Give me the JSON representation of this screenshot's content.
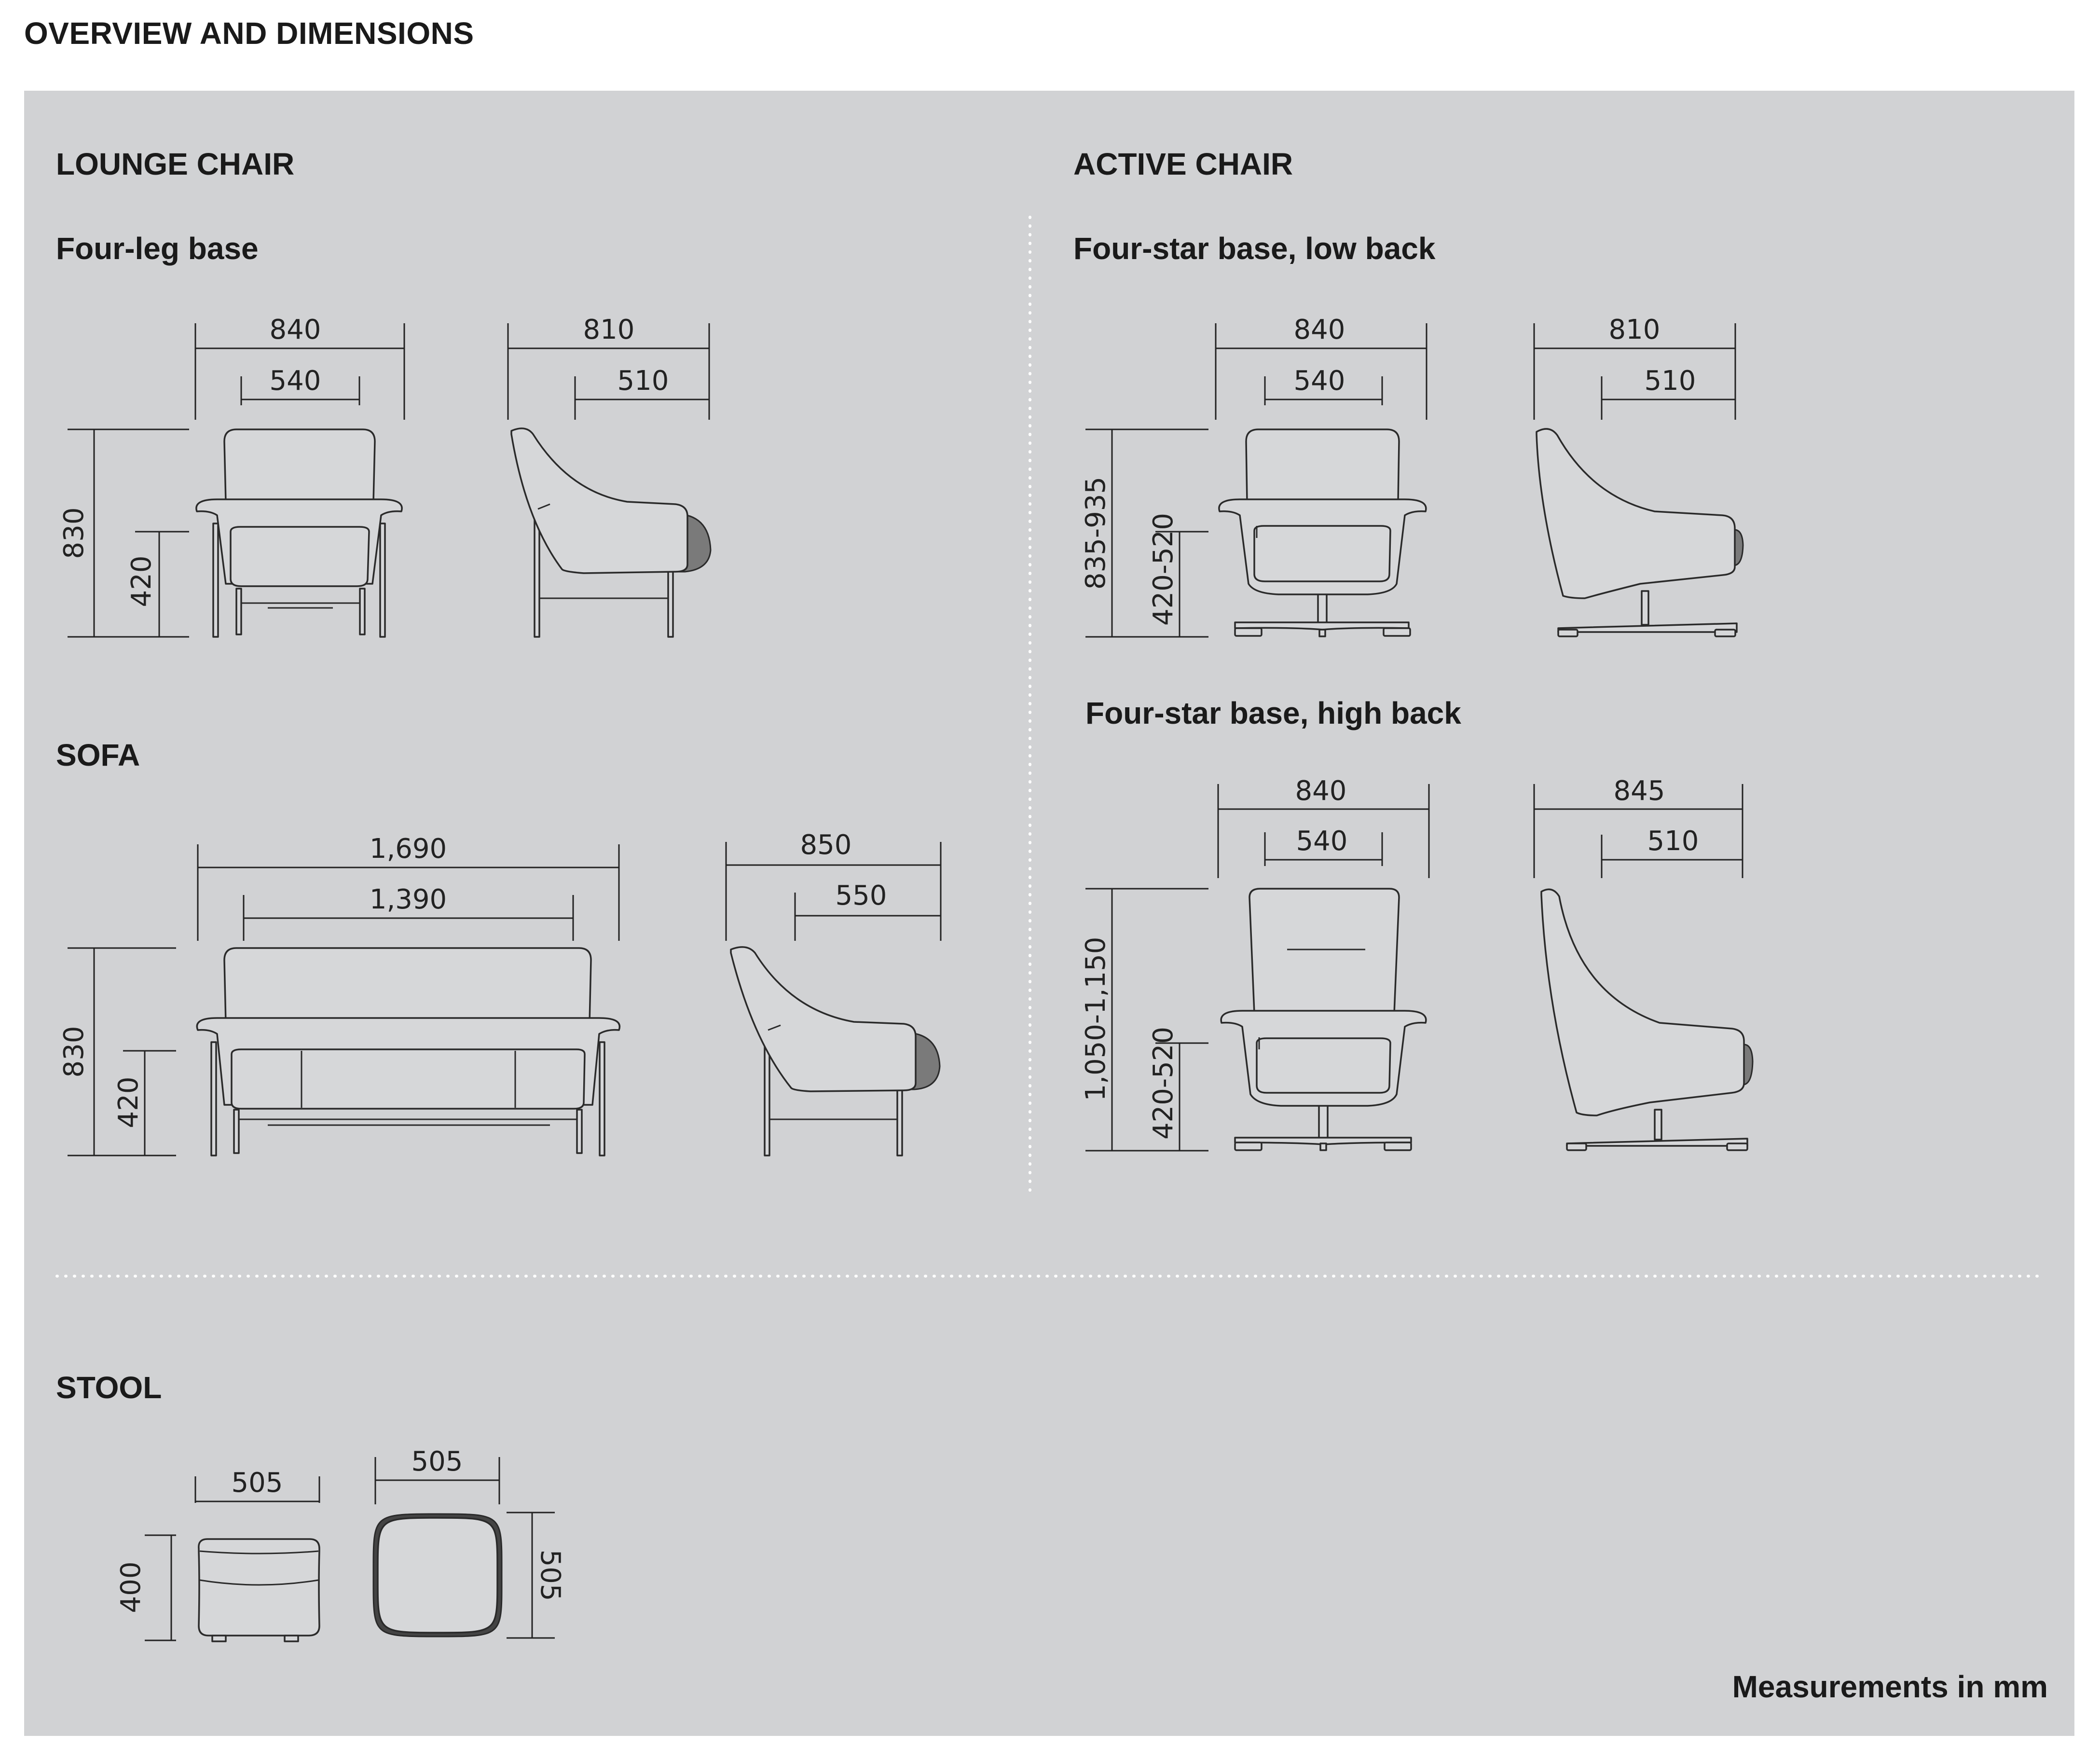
{
  "page_title": "OVERVIEW AND DIMENSIONS",
  "footer_note": "Measurements in mm",
  "sections": {
    "lounge_chair": {
      "title": "LOUNGE CHAIR",
      "variant": "Four-leg base",
      "front": {
        "overall_width": "840",
        "seat_width": "540",
        "overall_height": "830",
        "seat_height": "420"
      },
      "side": {
        "overall_depth": "810",
        "seat_depth": "510"
      }
    },
    "sofa": {
      "title": "SOFA",
      "front": {
        "overall_width": "1,690",
        "seat_width": "1,390",
        "overall_height": "830",
        "seat_height": "420"
      },
      "side": {
        "overall_depth": "850",
        "seat_depth": "550"
      }
    },
    "active_chair": {
      "title": "ACTIVE CHAIR",
      "low_back": {
        "variant": "Four-star base, low back",
        "front": {
          "overall_width": "840",
          "seat_width": "540",
          "overall_height": "835-935",
          "seat_height": "420-520"
        },
        "side": {
          "overall_depth": "810",
          "seat_depth": "510"
        }
      },
      "high_back": {
        "variant": "Four-star base, high back",
        "front": {
          "overall_width": "840",
          "seat_width": "540",
          "overall_height": "1,050-1,150",
          "seat_height": "420-520"
        },
        "side": {
          "overall_depth": "845",
          "seat_depth": "510"
        }
      }
    },
    "stool": {
      "title": "STOOL",
      "front": {
        "width": "505",
        "height": "400"
      },
      "top": {
        "width": "505",
        "depth": "505"
      }
    }
  }
}
